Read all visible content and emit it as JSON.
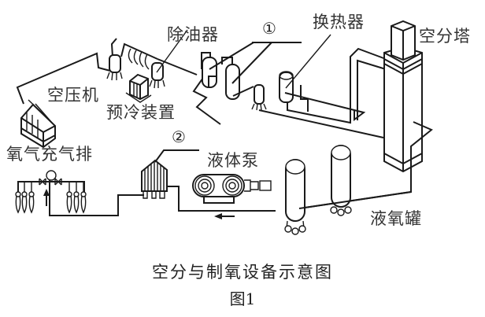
{
  "figure": {
    "title": "空分与制氧设备示意图",
    "number": "图1",
    "labels": {
      "oil_remover": "除油器",
      "heat_exchanger": "换热器",
      "separation_tower": "空分塔",
      "air_compressor": "空压机",
      "precooling_unit": "预冷装置",
      "oxygen_filling_manifold": "氧气充气排",
      "liquid_pump": "液体泵",
      "liquid_oxygen_tank": "液氧罐"
    },
    "markers": {
      "marker_1": "①",
      "marker_2": "②"
    }
  }
}
